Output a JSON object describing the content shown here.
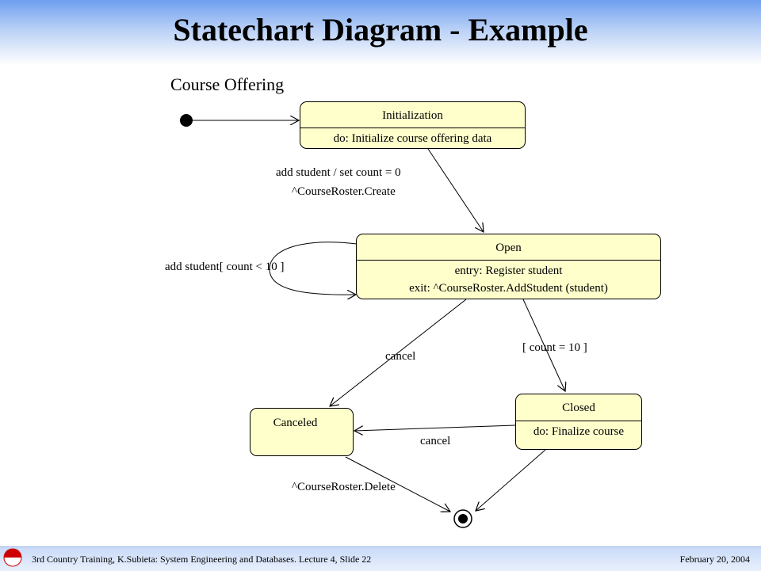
{
  "slide": {
    "title": "Statechart Diagram - Example",
    "diagram_title": "Course Offering"
  },
  "states": {
    "initialization": {
      "name": "Initialization",
      "activities": [
        "do: Initialize course offering data"
      ]
    },
    "open": {
      "name": "Open",
      "activities": [
        "entry: Register student",
        "exit: ^CourseRoster.AddStudent (student)"
      ]
    },
    "closed": {
      "name": "Closed",
      "activities": [
        "do: Finalize course"
      ]
    },
    "canceled": {
      "name": "Canceled",
      "activities": []
    }
  },
  "transitions": {
    "init_to_open": [
      "add student / set count = 0",
      "^CourseRoster.Create"
    ],
    "open_self": "add student[ count < 10 ]",
    "open_to_canceled": "cancel",
    "open_to_closed": "[ count = 10 ]",
    "closed_to_canceled": "cancel",
    "canceled_to_final": "^CourseRoster.Delete"
  },
  "footer": {
    "left": "3rd Country Training, K.Subieta: System Engineering  and Databases. Lecture 4, Slide  22",
    "right": "February 20, 2004"
  },
  "colors": {
    "state_fill": "#ffffcc",
    "header_gradient_top": "#6f9ff0",
    "footer_band": "#c9daf8",
    "logo_red": "#cc0000"
  }
}
